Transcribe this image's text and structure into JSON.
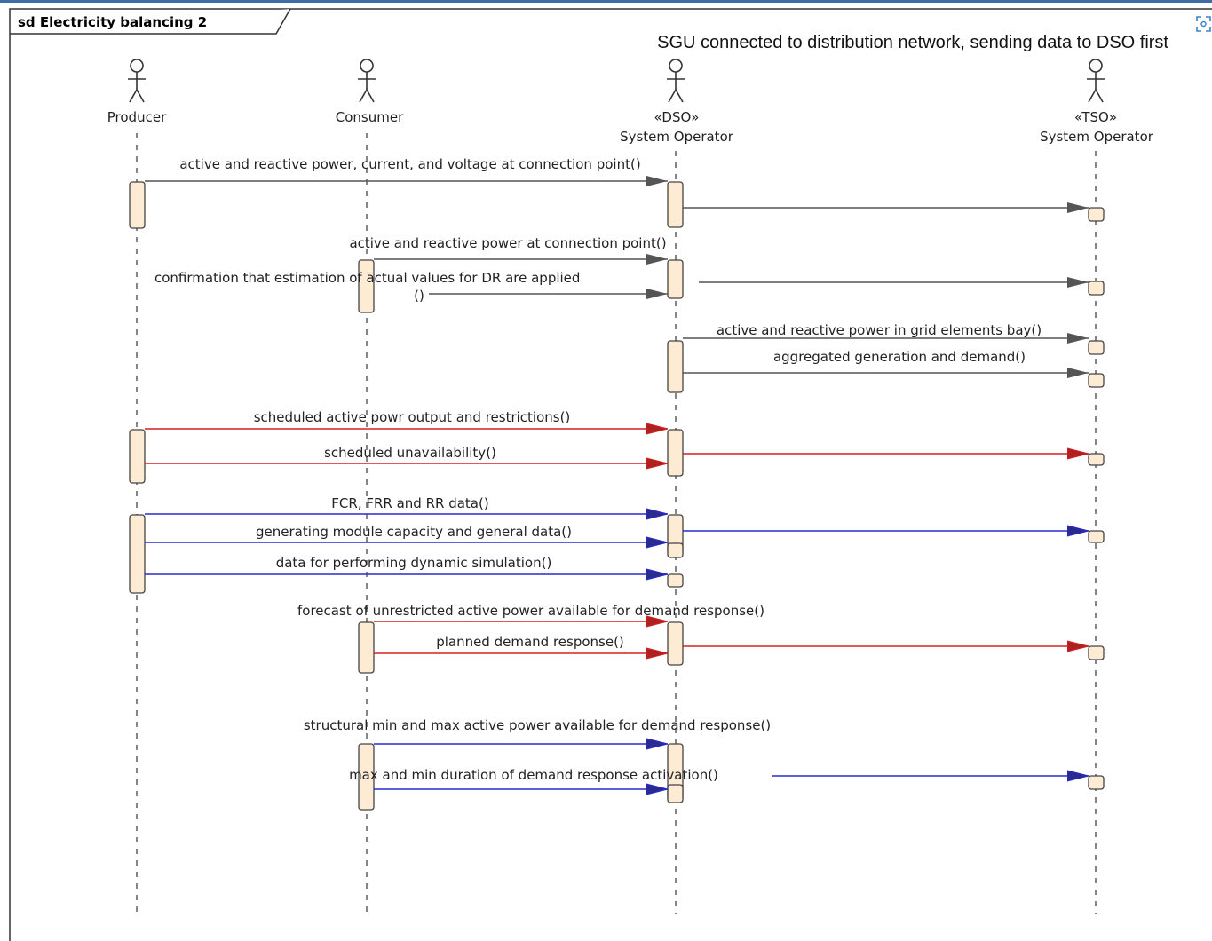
{
  "frame": {
    "title": "sd Electricity balancing 2",
    "subtitle": "SGU connected to distribution network, sending data to DSO first"
  },
  "colors": {
    "gray": "#555555",
    "red": "#d42020",
    "blue": "#2a2ad0",
    "activation_fill": "#fdebd3",
    "activation_stroke": "#444444"
  },
  "actors": [
    {
      "id": "producer",
      "stereotype": "",
      "name": "Producer"
    },
    {
      "id": "consumer",
      "stereotype": "",
      "name": "Consumer"
    },
    {
      "id": "dso",
      "stereotype": "«DSO»",
      "name": "System Operator"
    },
    {
      "id": "tso",
      "stereotype": "«TSO»",
      "name": "System Operator"
    }
  ],
  "messages": [
    {
      "label": "active and reactive power, current, and voltage at connection point()",
      "color": "gray"
    },
    {
      "label": "",
      "color": "gray"
    },
    {
      "label": "active and reactive power at connection point()",
      "color": "gray"
    },
    {
      "label": "confirmation that estimation of actual values for DR are applied",
      "color": "gray"
    },
    {
      "label": "()",
      "color": "gray"
    },
    {
      "label": "active and reactive power in grid elements bay()",
      "color": "gray"
    },
    {
      "label": "aggregated generation and demand()",
      "color": "gray"
    },
    {
      "label": "scheduled active powr output and restrictions()",
      "color": "red"
    },
    {
      "label": "scheduled unavailability()",
      "color": "red"
    },
    {
      "label": "",
      "color": "red"
    },
    {
      "label": "FCR, FRR and RR data()",
      "color": "blue"
    },
    {
      "label": "generating module capacity and general data()",
      "color": "blue"
    },
    {
      "label": "",
      "color": "blue"
    },
    {
      "label": "data for performing dynamic simulation()",
      "color": "blue"
    },
    {
      "label": "forecast of unrestricted active power available for demand response()",
      "color": "red"
    },
    {
      "label": "planned demand response()",
      "color": "red"
    },
    {
      "label": "",
      "color": "red"
    },
    {
      "label": "structural min and max active power available for demand response()",
      "color": "blue"
    },
    {
      "label": "max and min duration of demand response activation()",
      "color": "blue"
    },
    {
      "label": "",
      "color": "blue"
    }
  ]
}
